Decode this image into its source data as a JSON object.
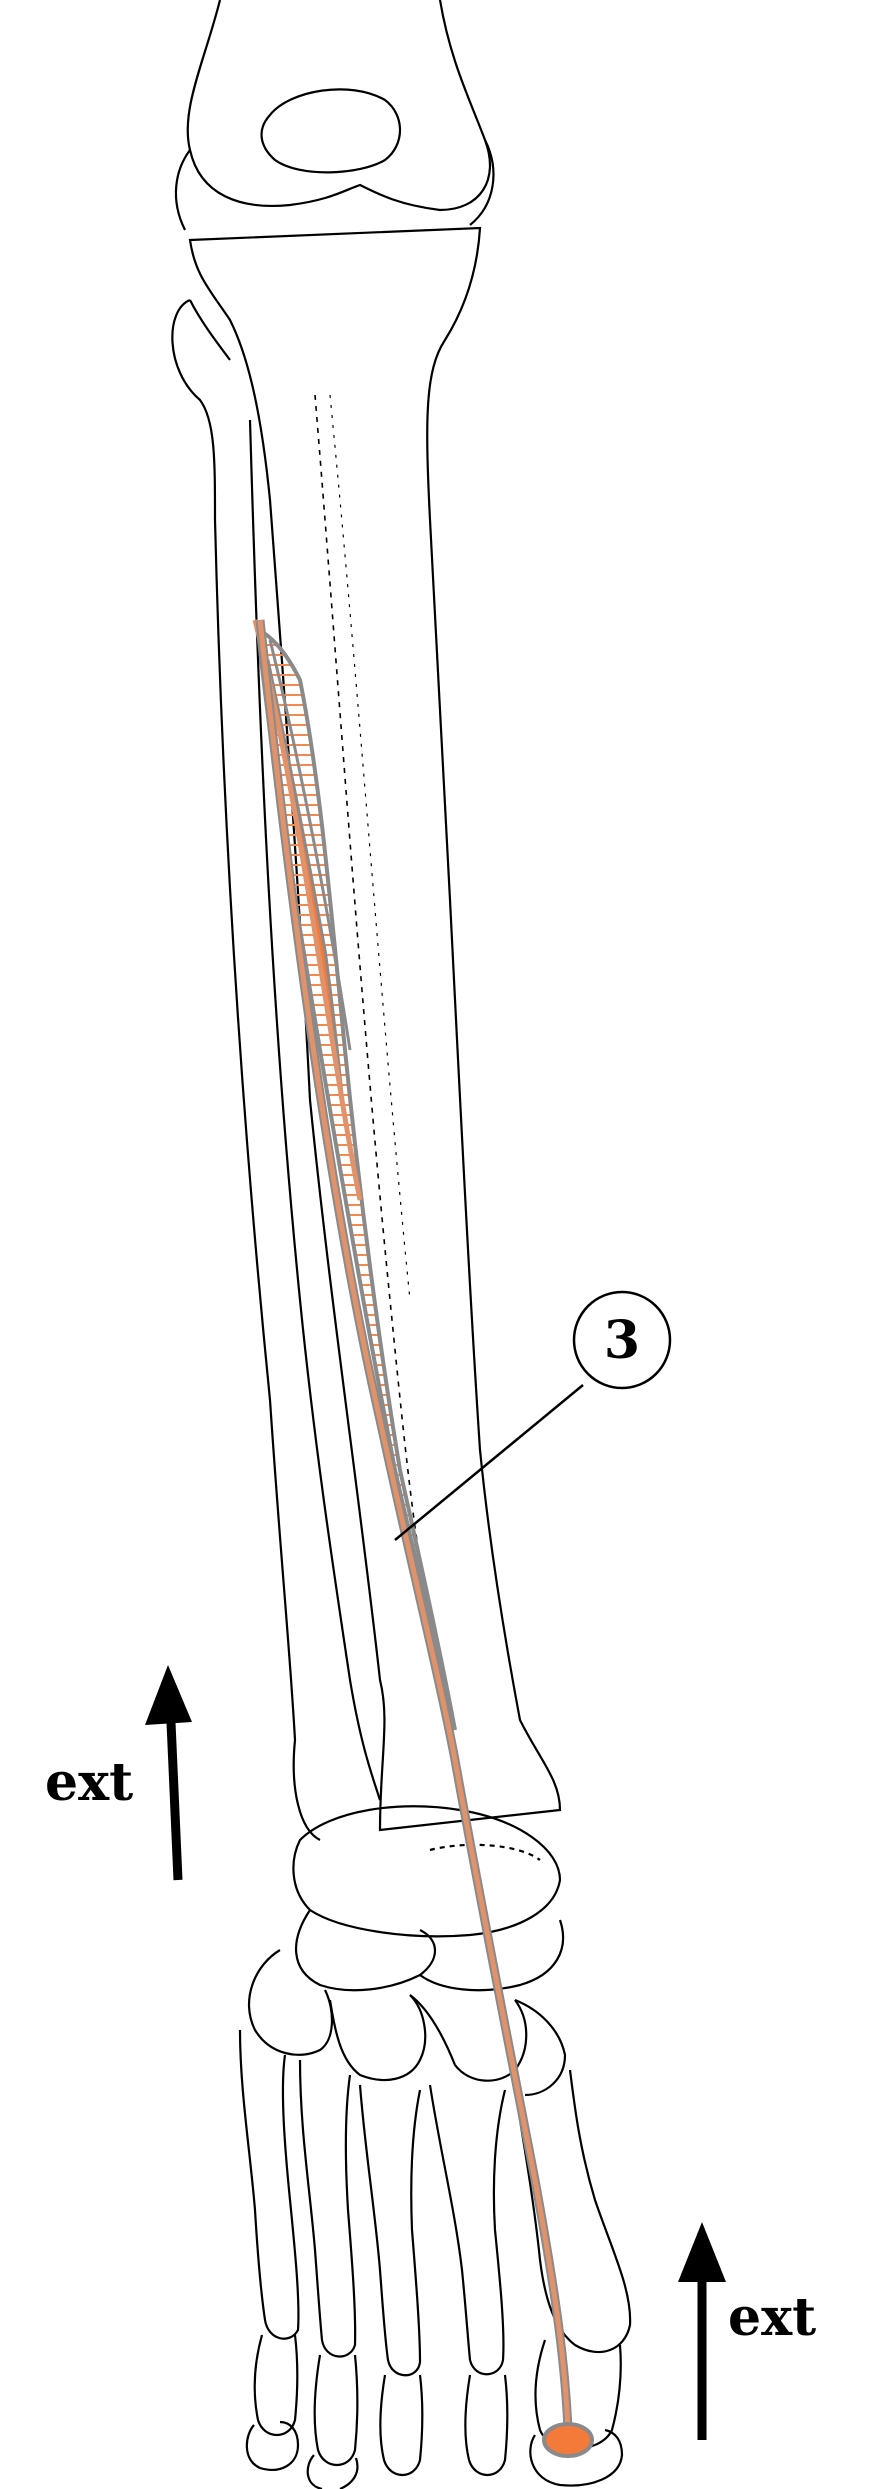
{
  "labels": {
    "muscle_number": "3",
    "ext_left": "ext",
    "ext_right": "ext"
  },
  "colors": {
    "bone_outline": "#000000",
    "muscle_fill": "#f47a3a",
    "tendon": "#e0936a",
    "muscle_outline": "#8a8a8a",
    "hatch": "#f08a50"
  }
}
